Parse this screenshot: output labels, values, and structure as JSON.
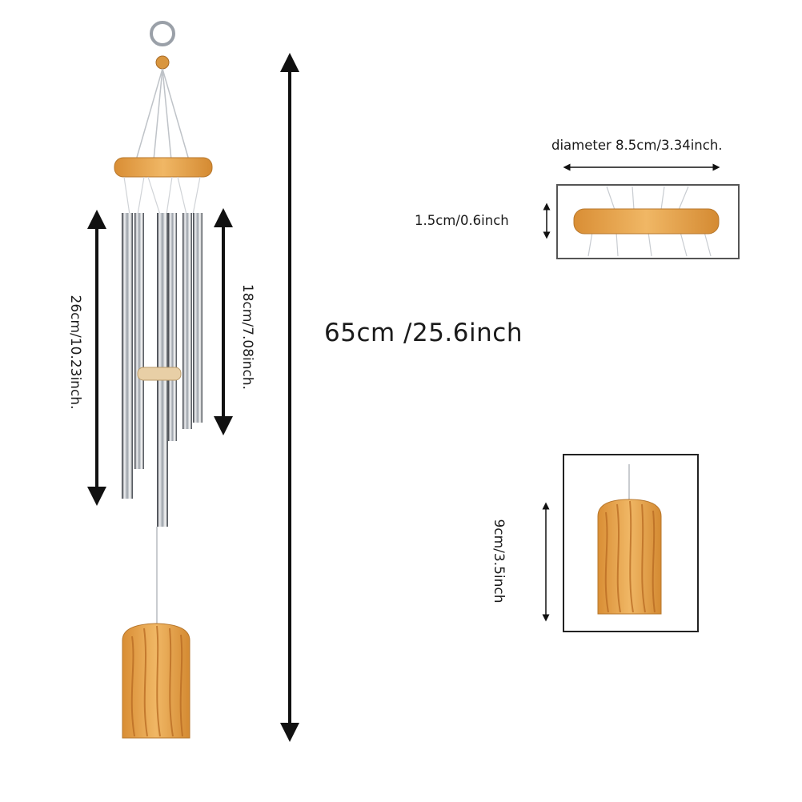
{
  "labels": {
    "total_length": "65cm /25.6inch",
    "ring_diameter": "diameter 8.5cm/3.34inch.",
    "ring_thickness": "1.5cm/0.6inch",
    "long_tube": "26cm/10.23inch.",
    "short_tube": "18cm/7.08inch.",
    "weight_height": "9cm/3.5inch"
  },
  "colors": {
    "wood": "#e3a24c",
    "wood_grain": "#b86a22",
    "metal": "#c9ccd1",
    "metal_dark": "#2b2f36",
    "arrow": "#111111",
    "frame": "#333333"
  },
  "icons": {
    "arrow": "double-headed-arrow-icon"
  }
}
